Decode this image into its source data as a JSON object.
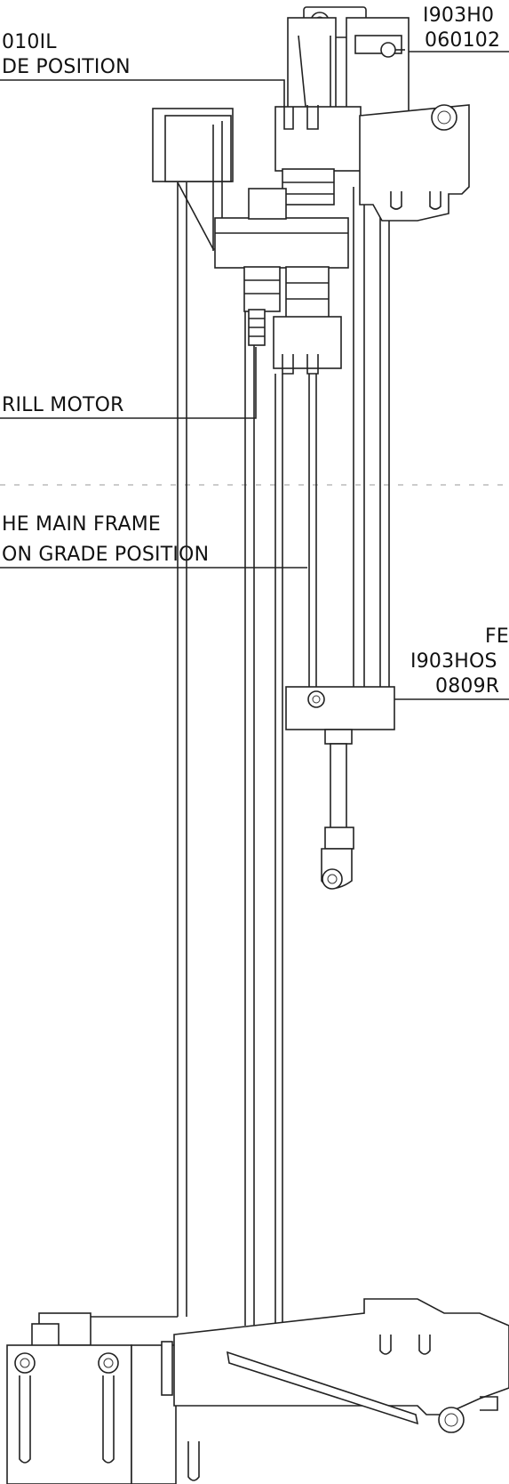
{
  "labels": {
    "top_left_line1": "010IL",
    "top_left_line2": "DE POSITION",
    "top_right_line1": "I903H0",
    "top_right_line2": "060102",
    "drill_motor": "RILL MOTOR",
    "main_frame_line1": "HE MAIN FRAME",
    "main_frame_line2": "ON GRADE POSITION",
    "mid_right_line1": "FE",
    "mid_right_line2": "I903HOS",
    "mid_right_line3": "0809R"
  }
}
